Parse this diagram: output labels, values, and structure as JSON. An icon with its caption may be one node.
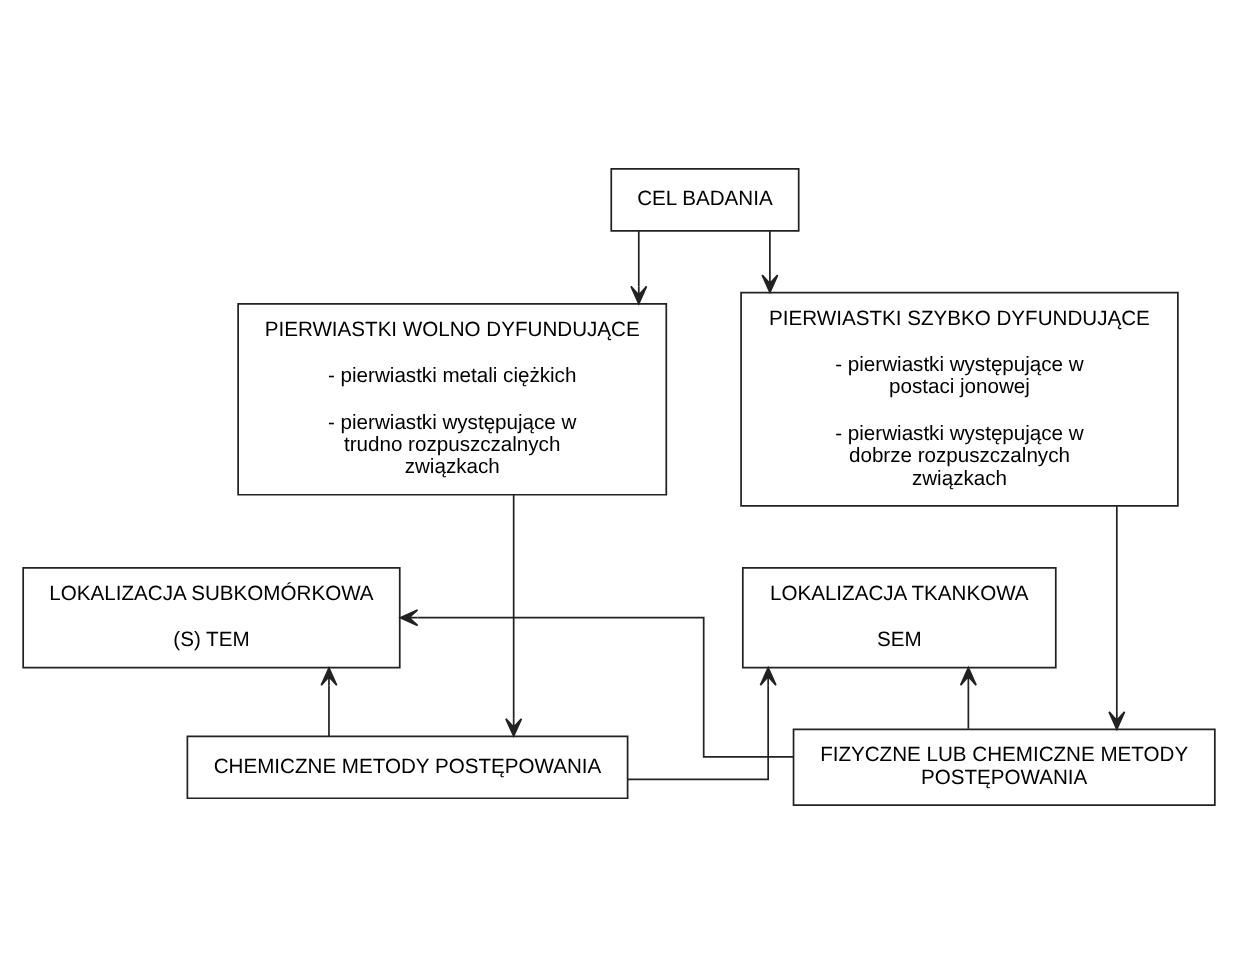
{
  "diagram": {
    "nodes": [
      {
        "text": [
          "CEL BADANIA"
        ]
      },
      {
        "text": [
          "PIERWIASTKI WOLNO DYFUNDUJĄCE",
          "- pierwiastki metali ciężkich",
          "- pierwiastki występujące w trudno rozpuszczalnych związkach"
        ]
      },
      {
        "text": [
          "PIERWIASTKI SZYBKO DYFUNDUJĄCE",
          "- pierwiastki występujące w postaci jonowej",
          "- pierwiastki występujące w dobrze rozpuszczalnych związkach"
        ]
      },
      {
        "text": [
          "LOKALIZACJA SUBKOMÓRKOWA",
          "(S) TEM"
        ]
      },
      {
        "text": [
          "LOKALIZACJA TKANKOWA",
          "SEM"
        ]
      },
      {
        "text": [
          "CHEMICZNE METODY POSTĘPOWANIA"
        ]
      },
      {
        "text": [
          "FIZYCZNE LUB CHEMICZNE METODY POSTĘPOWANIA"
        ]
      }
    ],
    "edges": [
      {
        "from": 0,
        "to": 1,
        "arrow": "to"
      },
      {
        "from": 0,
        "to": 2,
        "arrow": "to"
      },
      {
        "from": 1,
        "to": 5,
        "arrow": "to"
      },
      {
        "from": 2,
        "to": 6,
        "arrow": "to"
      },
      {
        "from": 5,
        "to": 3,
        "arrow": "to"
      },
      {
        "from": 5,
        "to": 4,
        "arrow": "to"
      },
      {
        "from": 6,
        "to": 3,
        "arrow": "to"
      },
      {
        "from": 6,
        "to": 4,
        "arrow": "to"
      }
    ]
  }
}
